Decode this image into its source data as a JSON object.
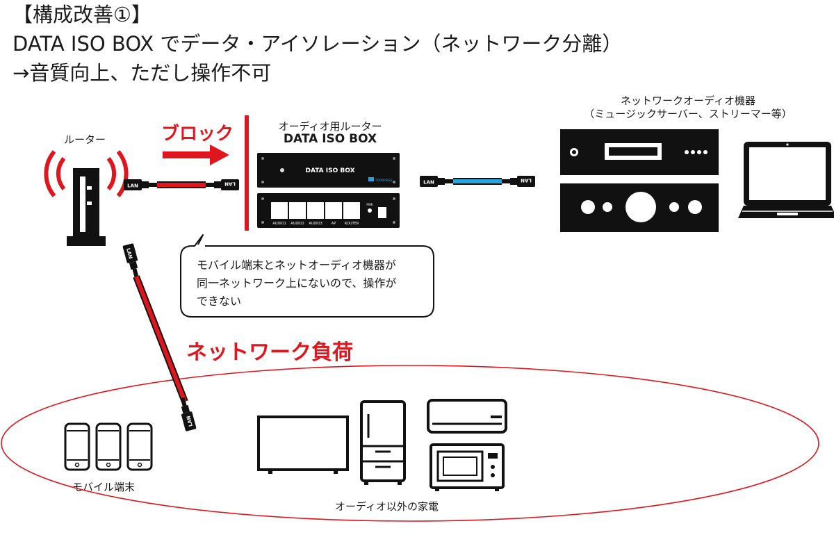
{
  "header": {
    "line1": "【構成改善①】",
    "line2": "DATA ISO BOX でデータ・アイソレーション（ネットワーク分離）",
    "line3": "→音質向上、ただし操作不可"
  },
  "labels": {
    "router": "ルーター",
    "block": "ブロック",
    "audio_router_line1": "オーディオ用ルーター",
    "audio_router_line2": "DATA ISO BOX",
    "net_audio_line1": "ネットワークオーディオ機器",
    "net_audio_line2": "（ミュージックサーバー、ストリーマー等）",
    "network_load": "ネットワーク負荷",
    "mobile": "モバイル端末",
    "appliances": "オーディオ以外の家電"
  },
  "bubble": {
    "line1": "モバイル端末とネットオーディオ機器が",
    "line2": "同一ネットワーク上にないので、操作が",
    "line3": "できない"
  },
  "device": {
    "front_label": "DATA ISO BOX",
    "brand": "TOPWINGS",
    "ports": [
      "AUDIO1",
      "AUDIO2",
      "AUDIO3",
      "AP",
      "ROUTER"
    ],
    "pwr": "PWR"
  },
  "connector_text": "LAN",
  "colors": {
    "accent_red": "#e0161f",
    "cable_blue": "#29a3dc",
    "device_black": "#111111"
  }
}
